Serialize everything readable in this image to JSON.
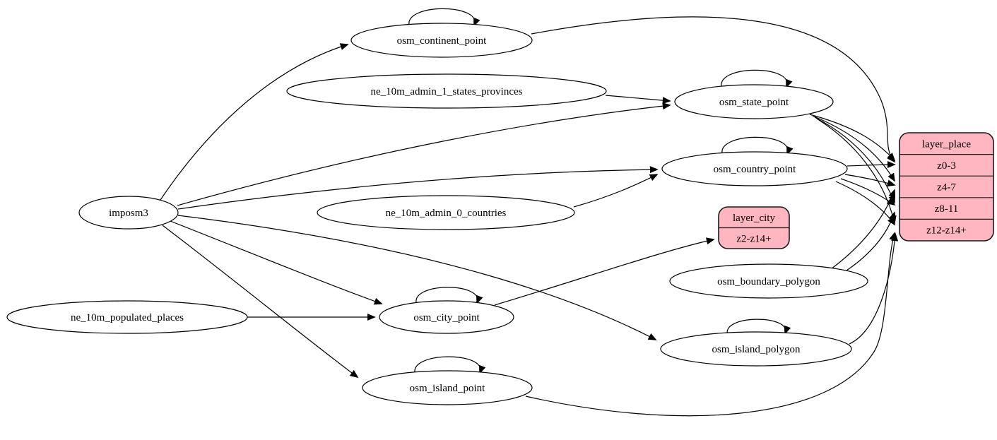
{
  "diagram": {
    "background": "#ffffff",
    "colors": {
      "table_fill": "#ffffff",
      "table_stroke": "#000000",
      "layer_fill": "#ffb6c1",
      "layer_stroke": "#1a1a1a",
      "edge": "#000000"
    },
    "tables": [
      {
        "id": "imposm3",
        "label": "imposm3"
      },
      {
        "id": "osm_continent_point",
        "label": "osm_continent_point"
      },
      {
        "id": "ne_10m_admin_1_states_provinces",
        "label": "ne_10m_admin_1_states_provinces"
      },
      {
        "id": "osm_state_point",
        "label": "osm_state_point"
      },
      {
        "id": "osm_country_point",
        "label": "osm_country_point"
      },
      {
        "id": "ne_10m_admin_0_countries",
        "label": "ne_10m_admin_0_countries"
      },
      {
        "id": "osm_boundary_polygon",
        "label": "osm_boundary_polygon"
      },
      {
        "id": "osm_city_point",
        "label": "osm_city_point"
      },
      {
        "id": "ne_10m_populated_places",
        "label": "ne_10m_populated_places"
      },
      {
        "id": "osm_island_polygon",
        "label": "osm_island_polygon"
      },
      {
        "id": "osm_island_point",
        "label": "osm_island_point"
      }
    ],
    "layers": [
      {
        "id": "layer_city",
        "title": "layer_city",
        "rows": [
          "z2-z14+"
        ]
      },
      {
        "id": "layer_place",
        "title": "layer_place",
        "rows": [
          "z0-3",
          "z4-7",
          "z8-11",
          "z12-z14+"
        ]
      }
    ],
    "edges": [
      {
        "from": "imposm3",
        "to": "osm_continent_point"
      },
      {
        "from": "imposm3",
        "to": "osm_state_point"
      },
      {
        "from": "imposm3",
        "to": "osm_country_point"
      },
      {
        "from": "imposm3",
        "to": "osm_city_point"
      },
      {
        "from": "imposm3",
        "to": "osm_island_point"
      },
      {
        "from": "imposm3",
        "to": "osm_island_polygon"
      },
      {
        "from": "ne_10m_admin_1_states_provinces",
        "to": "osm_state_point"
      },
      {
        "from": "ne_10m_admin_0_countries",
        "to": "osm_country_point"
      },
      {
        "from": "ne_10m_populated_places",
        "to": "osm_city_point"
      },
      {
        "from": "osm_continent_point",
        "to": "osm_continent_point"
      },
      {
        "from": "osm_state_point",
        "to": "osm_state_point"
      },
      {
        "from": "osm_country_point",
        "to": "osm_country_point"
      },
      {
        "from": "osm_city_point",
        "to": "osm_city_point"
      },
      {
        "from": "osm_island_point",
        "to": "osm_island_point"
      },
      {
        "from": "osm_island_polygon",
        "to": "osm_island_polygon"
      },
      {
        "from": "osm_continent_point",
        "to": "layer_place",
        "row": "z0-3"
      },
      {
        "from": "osm_state_point",
        "to": "layer_place",
        "row": "z0-3"
      },
      {
        "from": "osm_state_point",
        "to": "layer_place",
        "row": "z4-7"
      },
      {
        "from": "osm_state_point",
        "to": "layer_place",
        "row": "z8-11"
      },
      {
        "from": "osm_state_point",
        "to": "layer_place",
        "row": "z12-z14+"
      },
      {
        "from": "osm_country_point",
        "to": "layer_place",
        "row": "z0-3"
      },
      {
        "from": "osm_country_point",
        "to": "layer_place",
        "row": "z4-7"
      },
      {
        "from": "osm_country_point",
        "to": "layer_place",
        "row": "z8-11"
      },
      {
        "from": "osm_country_point",
        "to": "layer_place",
        "row": "z12-z14+"
      },
      {
        "from": "osm_boundary_polygon",
        "to": "layer_place",
        "row": "z4-7"
      },
      {
        "from": "osm_boundary_polygon",
        "to": "layer_place",
        "row": "z8-11"
      },
      {
        "from": "osm_island_polygon",
        "to": "layer_place",
        "row": "z12-z14+"
      },
      {
        "from": "osm_island_point",
        "to": "layer_place",
        "row": "z12-z14+"
      },
      {
        "from": "osm_city_point",
        "to": "layer_city",
        "row": "z2-z14+"
      }
    ]
  }
}
